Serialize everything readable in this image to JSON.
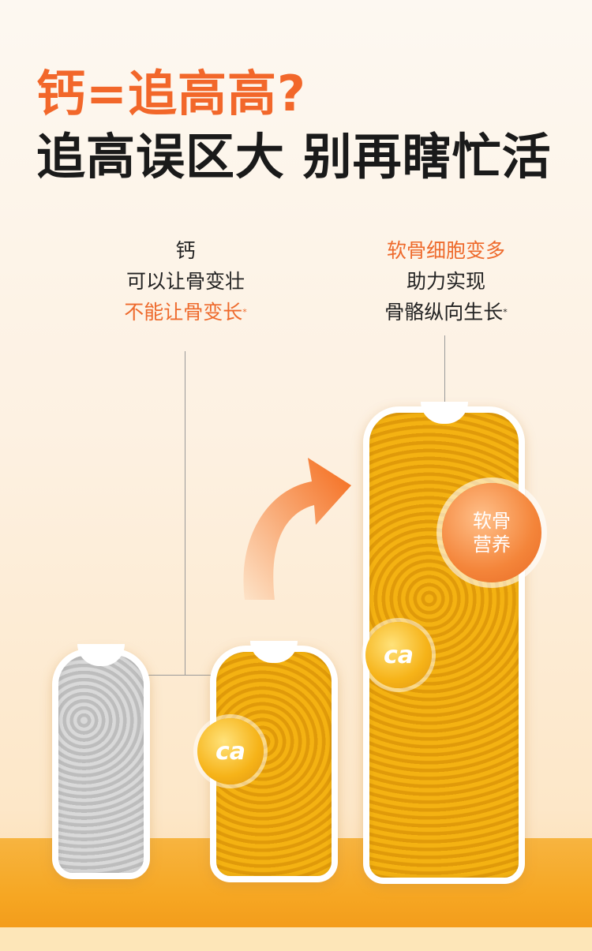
{
  "headline": {
    "line1": "钙=追高高?",
    "line2": "追高误区大 别再瞎忙活"
  },
  "left_caption": {
    "line1": "钙",
    "line2": "可以让骨变壮",
    "line3": "不能让骨变长",
    "mark": "*"
  },
  "right_caption": {
    "line1": "软骨细胞变多",
    "line2": "助力实现",
    "line3": "骨骼纵向生长",
    "mark": "*"
  },
  "badges": {
    "calcium_small": "ca",
    "calcium_large": "ca",
    "cartilage_line1": "软骨",
    "cartilage_line2": "营养"
  },
  "colors": {
    "accent": "#f2672a",
    "bone_yellow": "#f4b212",
    "floor": "#f6a723"
  }
}
